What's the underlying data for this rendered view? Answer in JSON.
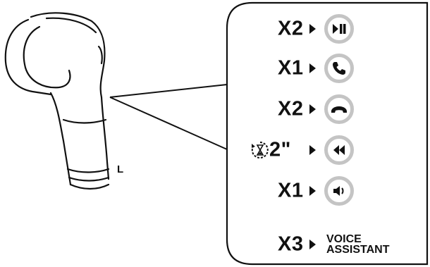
{
  "earbud": {
    "side_label": "L"
  },
  "controls": [
    {
      "count": "X2",
      "action_icon": "play-pause-icon"
    },
    {
      "count": "X1",
      "action_icon": "phone-answer-icon"
    },
    {
      "count": "X2",
      "action_icon": "phone-hangup-icon"
    },
    {
      "count": "2\"",
      "prefix_icon": "hold-timer-icon",
      "action_icon": "rewind-icon"
    },
    {
      "count": "X1",
      "action_icon": "volume-icon"
    },
    {
      "count": "X3",
      "action_text": [
        "VOICE",
        "ASSISTANT"
      ]
    }
  ],
  "colors": {
    "line": "#111111",
    "button_ring": "#c4c4c4"
  }
}
